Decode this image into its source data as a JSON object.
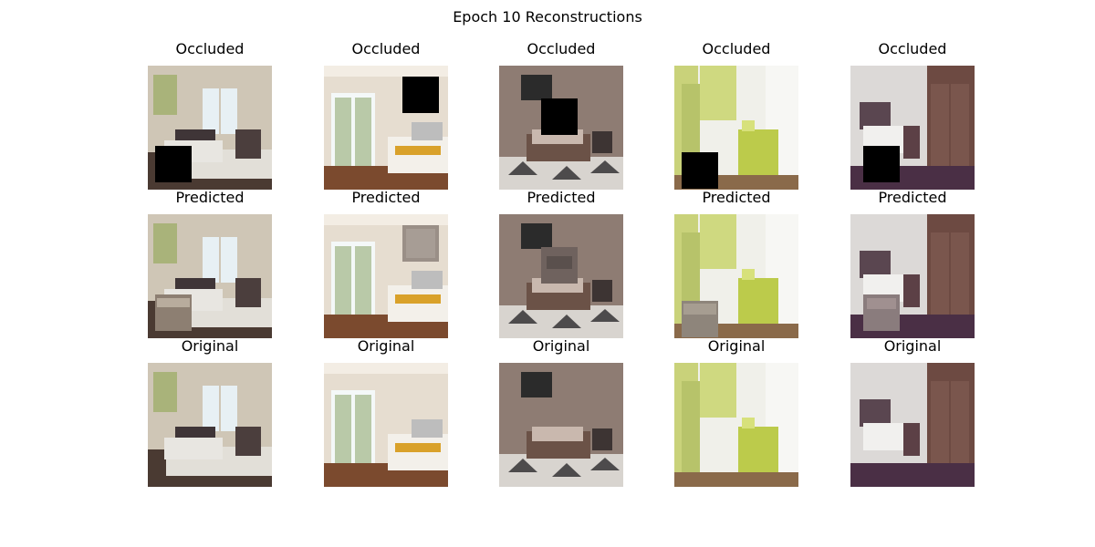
{
  "figure": {
    "title": "Epoch 10 Reconstructions"
  },
  "rows": [
    {
      "label": "Occluded"
    },
    {
      "label": "Predicted"
    },
    {
      "label": "Original"
    }
  ],
  "samples": [
    {
      "scene": "bedroom-dark-wood-bed",
      "palette": {
        "wall": "#cfc6b6",
        "floor": "#4a3a32",
        "bed": "#3f3537",
        "linen": "#e8e6e1",
        "accent": "#a9b37a"
      }
    },
    {
      "scene": "bedroom-ceiling-fan-yellow-throw",
      "palette": {
        "wall": "#e6ddd0",
        "floor": "#7b4a2e",
        "bed": "#f3f0ea",
        "linen": "#ffffff",
        "accent": "#d9a12a"
      }
    },
    {
      "scene": "bedroom-brown-bed-patterned-rug",
      "palette": {
        "wall": "#8e7c73",
        "floor": "#d8d4cf",
        "bed": "#6b5247",
        "linen": "#c9b8ae",
        "accent": "#2b2b2b"
      }
    },
    {
      "scene": "bedroom-lime-green-striped",
      "palette": {
        "wall": "#c9d27a",
        "floor": "#8a6a4a",
        "bed": "#bccb4b",
        "linen": "#f4f4ef",
        "accent": "#9aa94a"
      }
    },
    {
      "scene": "bedroom-purple-wardrobe",
      "palette": {
        "wall": "#dcd9d7",
        "floor": "#4a2f45",
        "bed": "#5a4650",
        "linen": "#f1f0ee",
        "accent": "#6d4a42"
      }
    }
  ]
}
